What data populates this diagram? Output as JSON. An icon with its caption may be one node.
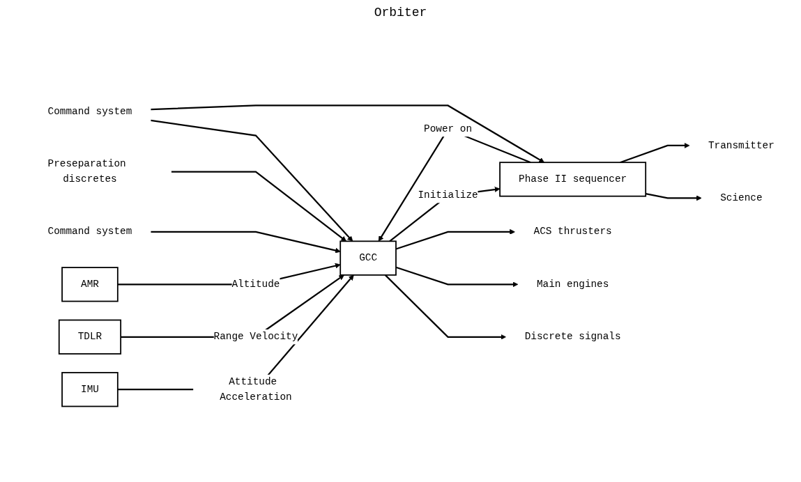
{
  "diagram": {
    "nodes": [
      {
        "text": [
          "GCC"
        ]
      },
      {
        "text": [
          "IMU"
        ]
      },
      {
        "text": [
          "TDLR"
        ]
      },
      {
        "text": [
          "AMR"
        ]
      },
      {
        "text": [
          "Phase II sequencer"
        ]
      },
      {
        "text": [
          "Command system"
        ]
      },
      {
        "text": [
          "Preseparation discretes"
        ]
      },
      {
        "text": [
          "Discrete signals"
        ]
      },
      {
        "text": [
          "Main engines"
        ]
      },
      {
        "text": [
          "ACS thrusters"
        ]
      },
      {
        "text": [
          "Command system"
        ]
      },
      {
        "text": [
          "Science"
        ]
      },
      {
        "text": [
          "Transmitter"
        ]
      }
    ],
    "edges": [
      {
        "from": 1,
        "to": 0,
        "arrow": "to",
        "label": "Attitude Acceleration"
      },
      {
        "from": 2,
        "to": 0,
        "arrow": "to",
        "label": "Range Velocity"
      },
      {
        "from": 3,
        "to": 0,
        "arrow": "to",
        "label": "Altitude"
      },
      {
        "from": 5,
        "to": 0,
        "arrow": "to"
      },
      {
        "from": 6,
        "to": 0,
        "arrow": "to"
      },
      {
        "from": 0,
        "to": 7,
        "arrow": "to"
      },
      {
        "from": 0,
        "to": 8,
        "arrow": "to"
      },
      {
        "from": 0,
        "to": 9,
        "arrow": "to"
      },
      {
        "from": 4,
        "to": 0,
        "arrow": "to",
        "label": "Power on"
      },
      {
        "from": 0,
        "to": 4,
        "arrow": "to",
        "label": "Initialize"
      },
      {
        "from": 10,
        "to": 0,
        "arrow": "to"
      },
      {
        "from": 10,
        "to": 4,
        "arrow": "to"
      },
      {
        "from": 4,
        "to": 11,
        "arrow": "to"
      },
      {
        "from": 4,
        "to": 12,
        "arrow": "to"
      }
    ],
    "labels": [
      "Orbiter"
    ]
  }
}
